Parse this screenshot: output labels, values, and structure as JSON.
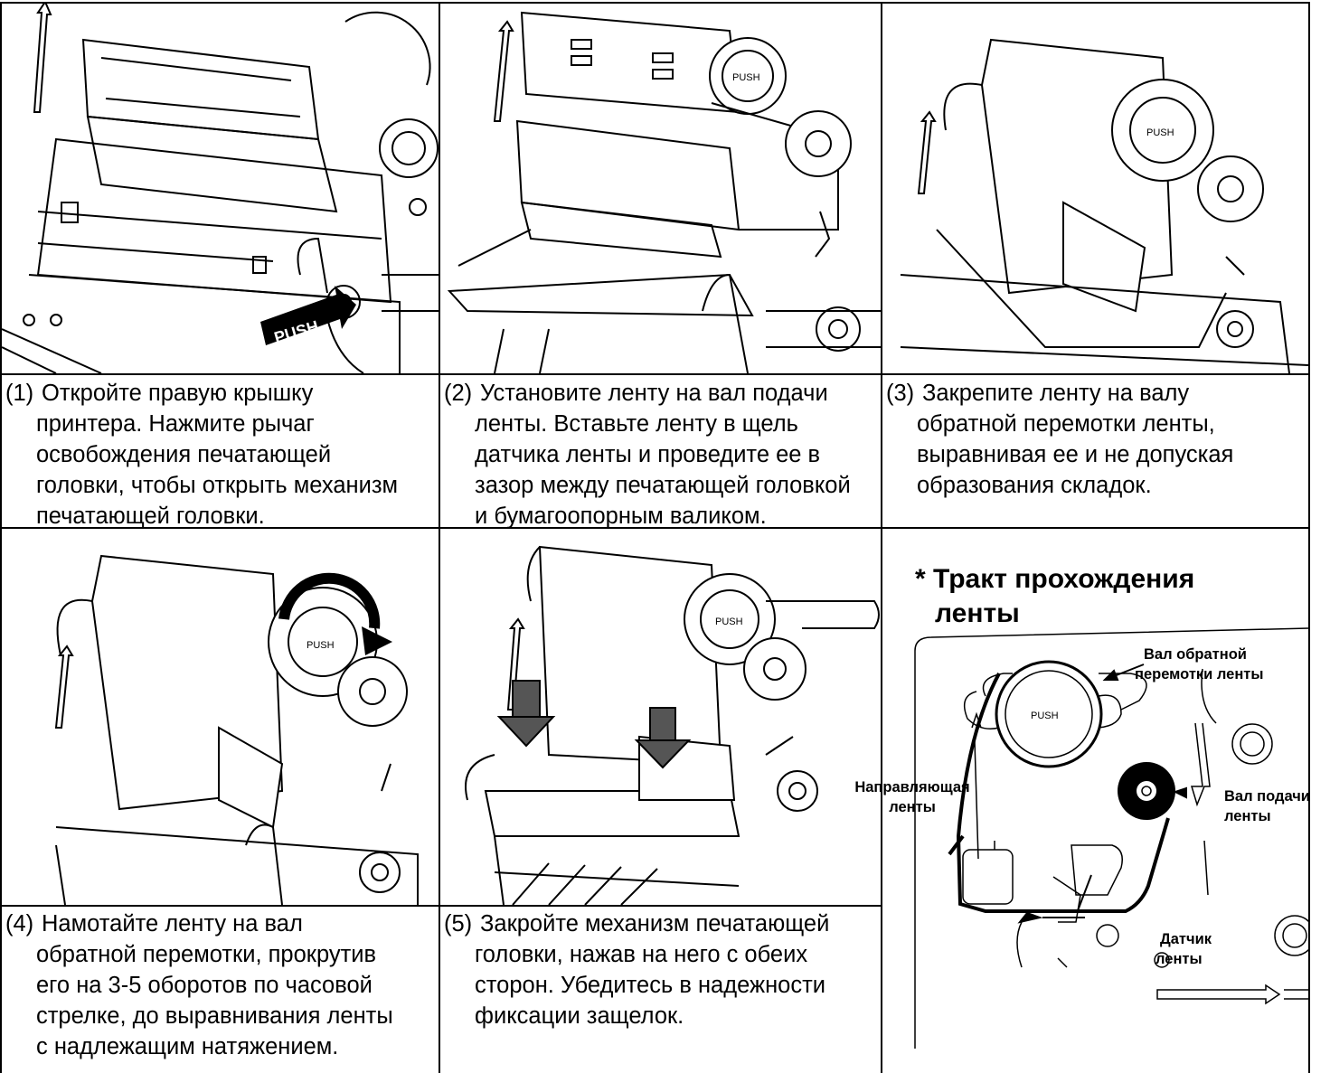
{
  "steps": [
    {
      "num": "(1)",
      "lines": [
        "Откройте правую крышку",
        "принтера. Нажмите рычаг",
        "освобождения печатающей",
        "головки, чтобы открыть механизм",
        "печатающей головки."
      ],
      "push_label": "PUSH"
    },
    {
      "num": "(2)",
      "lines": [
        "Установите ленту на вал подачи",
        "ленты. Вставьте ленту в щель",
        "датчика ленты и проведите ее в",
        "зазор между печатающей головкой",
        "и бумагоопорным валиком."
      ],
      "push_label": "PUSH"
    },
    {
      "num": "(3)",
      "lines": [
        "Закрепите ленту на валу",
        "обратной перемотки ленты,",
        "выравнивая ее и не допуская",
        "образования складок."
      ],
      "push_label": "PUSH"
    },
    {
      "num": "(4)",
      "lines": [
        "Намотайте ленту на вал",
        "обратной перемотки, прокрутив",
        "его на 3-5 оборотов по часовой",
        "стрелке, до выравнивания ленты",
        "с надлежащим натяжением."
      ],
      "push_label": "PUSH"
    },
    {
      "num": "(5)",
      "lines": [
        "Закройте механизм печатающей",
        "головки, нажав на него с обеих",
        "сторон. Убедитесь в надежности",
        "фиксации защелок."
      ],
      "push_label": "PUSH"
    }
  ],
  "ribbon_path": {
    "title_line1": "* Тракт прохождения",
    "title_line2": "ленты",
    "push_label": "PUSH",
    "labels": {
      "rewind_1": "Вал обратной",
      "rewind_2": "перемотки ленты",
      "guide_1": "Направляющая",
      "guide_2": "ленты",
      "supply_1": "Вал подачи",
      "supply_2": "ленты",
      "sensor_1": "Датчик",
      "sensor_2": "ленты"
    }
  }
}
